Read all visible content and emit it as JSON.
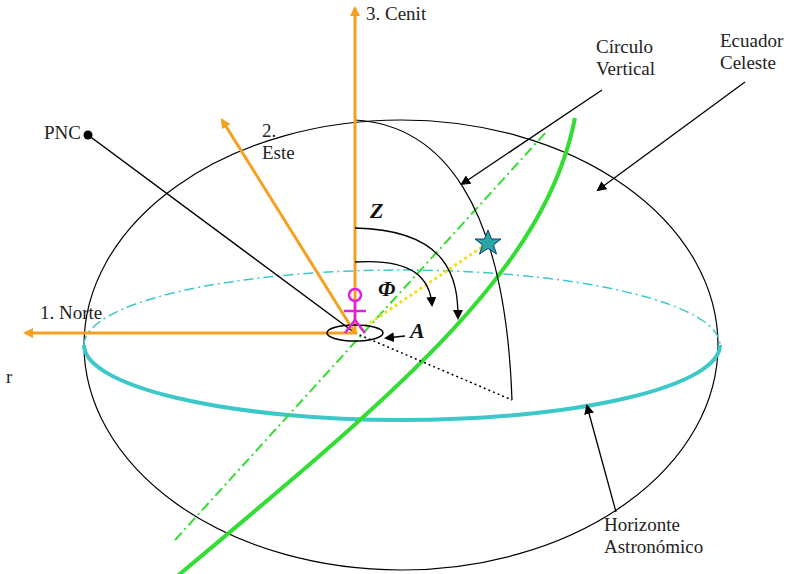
{
  "diagram": {
    "labels": [
      "3. Cenit",
      "Círculo Vertical",
      "Ecuador Celeste",
      "PNC",
      "2. Este",
      "Z",
      "1. Norte",
      "Φ",
      "A",
      "r",
      "Horizonte Astronómico"
    ]
  }
}
